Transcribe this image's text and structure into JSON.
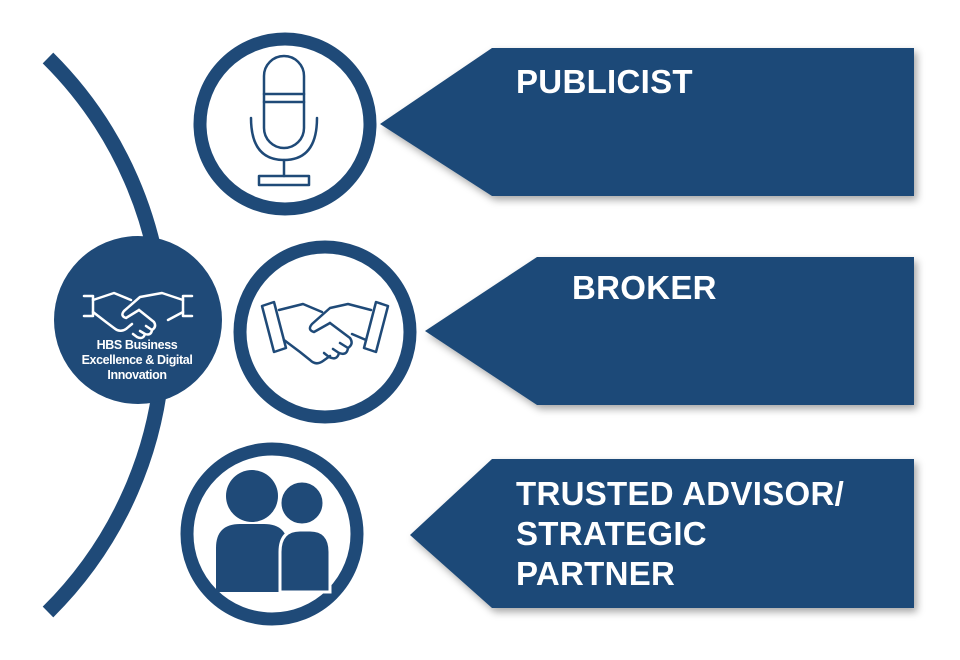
{
  "colors": {
    "navy": "#1F4A78",
    "background": "#FFFFFF",
    "text": "#FFFFFF"
  },
  "hub": {
    "icon": "handshake-icon",
    "lines": [
      "HBS Business",
      "Excellence & Digital",
      "Innovation"
    ]
  },
  "roles": [
    {
      "icon": "microphone-icon",
      "label": "PUBLICIST"
    },
    {
      "icon": "handshake-icon",
      "label": "BROKER"
    },
    {
      "icon": "people-icon",
      "label": "TRUSTED ADVISOR/\nSTRATEGIC\nPARTNER"
    }
  ]
}
